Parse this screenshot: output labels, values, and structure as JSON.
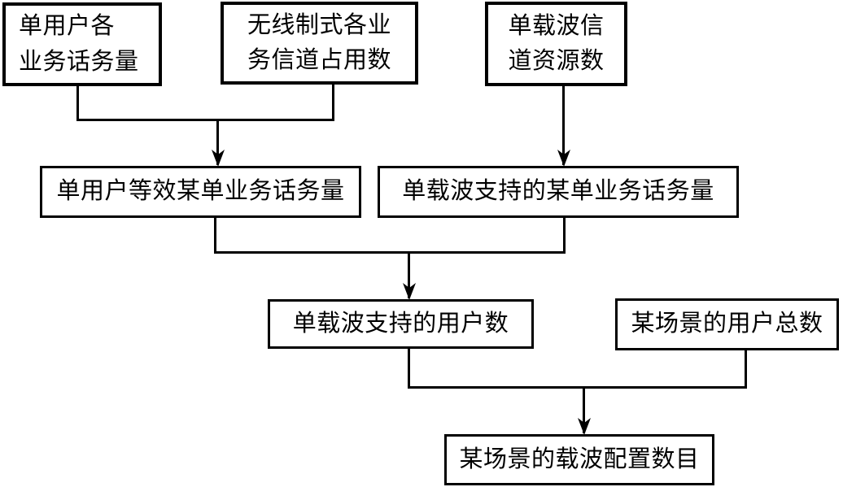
{
  "diagram": {
    "description": "flowchart of carrier configuration calculation",
    "colors": {
      "line": "#000000",
      "background": "#ffffff",
      "text": "#000000"
    },
    "nodes": [
      {
        "id": "single-user-traffic",
        "label": "单用户各\n业务话务量"
      },
      {
        "id": "radio-standard-channel-occupancy",
        "label": "无线制式各业\n务信道占用数"
      },
      {
        "id": "single-carrier-channel-resources",
        "label": "单载波信\n道资源数"
      },
      {
        "id": "single-user-equivalent-traffic",
        "label": "单用户等效某单业务话务量"
      },
      {
        "id": "single-carrier-supported-traffic",
        "label": "单载波支持的某单业务话务量"
      },
      {
        "id": "single-carrier-supported-users",
        "label": "单载波支持的用户数"
      },
      {
        "id": "scenario-total-users",
        "label": "某场景的用户总数"
      },
      {
        "id": "scenario-carrier-config-count",
        "label": "某场景的载波配置数目"
      }
    ],
    "edges": [
      {
        "from": "single-user-traffic",
        "to": "single-user-equivalent-traffic"
      },
      {
        "from": "radio-standard-channel-occupancy",
        "to": "single-user-equivalent-traffic"
      },
      {
        "from": "single-carrier-channel-resources",
        "to": "single-carrier-supported-traffic"
      },
      {
        "from": "single-user-equivalent-traffic",
        "to": "single-carrier-supported-users"
      },
      {
        "from": "single-carrier-supported-traffic",
        "to": "single-carrier-supported-users"
      },
      {
        "from": "single-carrier-supported-users",
        "to": "scenario-carrier-config-count"
      },
      {
        "from": "scenario-total-users",
        "to": "scenario-carrier-config-count"
      }
    ]
  }
}
